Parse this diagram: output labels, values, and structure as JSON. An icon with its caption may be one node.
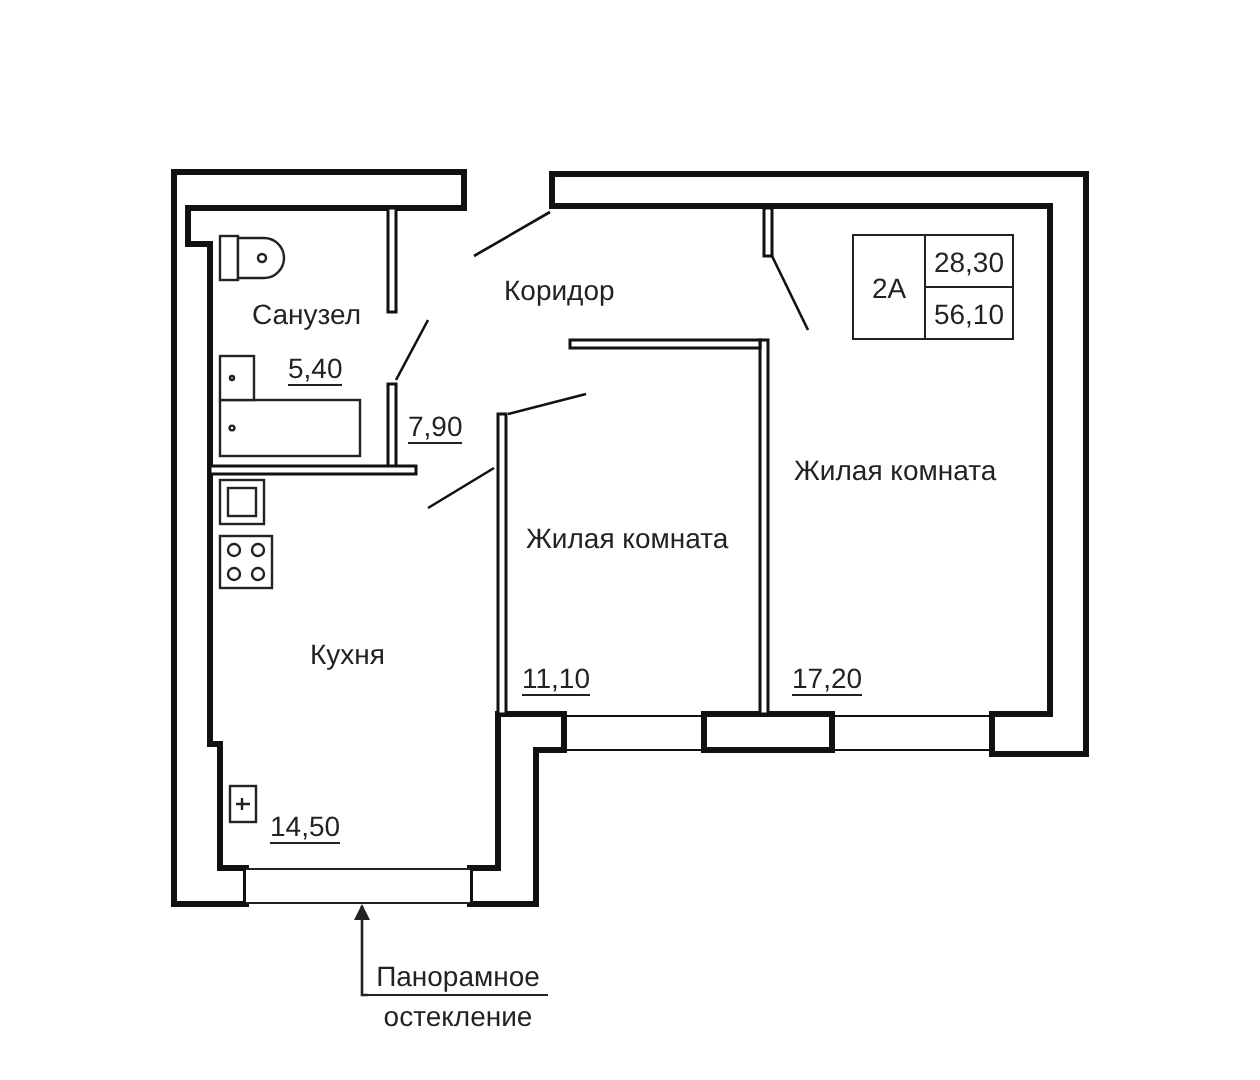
{
  "diagram": {
    "nodes": [
      {
        "text": [
          "Панорамное остекление"
        ]
      },
      {
        "text": [],
        "shape": "box"
      }
    ],
    "edges": [
      {
        "from": 0,
        "to": 1,
        "arrow": "to"
      }
    ],
    "labels": [
      "Санузел",
      "Коридор",
      "2А",
      "28,30",
      "56,10",
      "5,40",
      "7,90",
      "Жилая комната",
      "Жилая комната",
      "11,10",
      "17,20",
      "Кухня",
      "14,50"
    ]
  }
}
